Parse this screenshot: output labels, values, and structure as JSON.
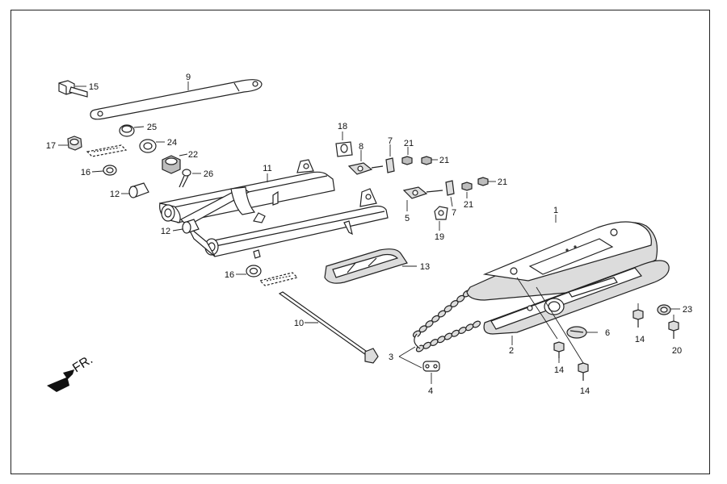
{
  "diagram": {
    "direction_label": "FR.",
    "callouts": {
      "c1": "1",
      "c2": "2",
      "c3": "3",
      "c4": "4",
      "c5": "5",
      "c6": "6",
      "c7a": "7",
      "c7b": "7",
      "c8": "8",
      "c9": "9",
      "c10": "10",
      "c11": "11",
      "c12a": "12",
      "c12b": "12",
      "c13": "13",
      "c14a": "14",
      "c14b": "14",
      "c14c": "14",
      "c15": "15",
      "c16a": "16",
      "c16b": "16",
      "c17": "17",
      "c18": "18",
      "c19": "19",
      "c20": "20",
      "c21a": "21",
      "c21b": "21",
      "c21c": "21",
      "c21d": "21",
      "c22": "22",
      "c23": "23",
      "c24": "24",
      "c25": "25",
      "c26": "26"
    }
  }
}
